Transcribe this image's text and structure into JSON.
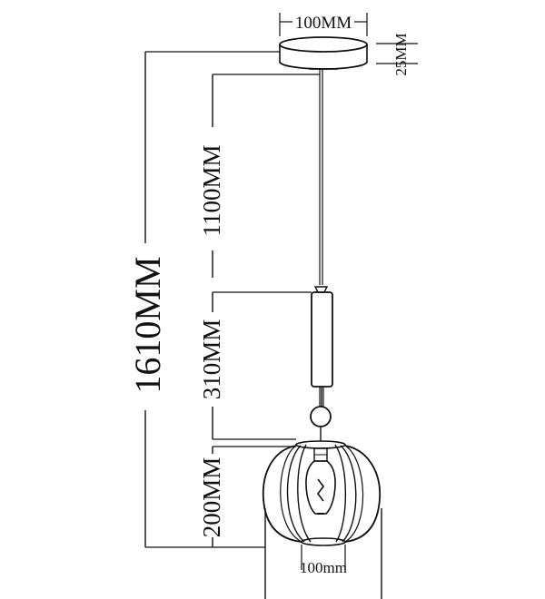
{
  "dimensions": {
    "canopy_width": "100MM",
    "canopy_height": "25MM",
    "total_height": "1610MM",
    "cable_length": "1100MM",
    "rod_length": "310MM",
    "shade_height": "200MM",
    "bottom_width": "100mm"
  },
  "colors": {
    "line": "#111111",
    "background": "#ffffff"
  }
}
